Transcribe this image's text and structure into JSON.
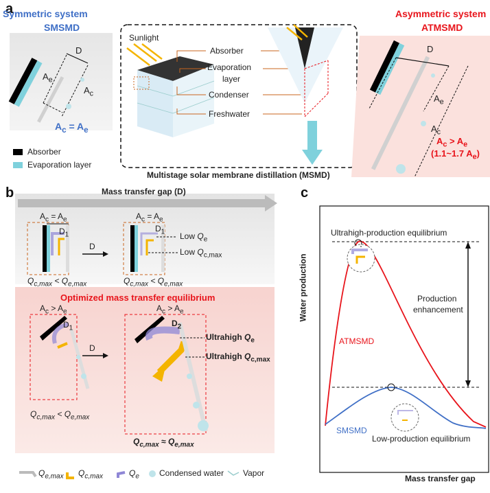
{
  "panel_a": {
    "letter": "a",
    "left": {
      "title": "Symmetric system",
      "subtitle": "SMSMD",
      "d": "D",
      "ae": "A",
      "ae_sub": "e",
      "ac": "A",
      "ac_sub": "c",
      "eq_a": "A",
      "eq_csub": "c",
      "eq_mid": " = A",
      "eq_esub": "e"
    },
    "legend": {
      "absorber": "Absorber",
      "evaporation": "Evaporation layer"
    },
    "center": {
      "sunlight": "Sunlight",
      "absorber": "Absorber",
      "evaporation1": "Evaporation",
      "evaporation2": "layer",
      "condenser": "Condenser",
      "freshwater": "Freshwater",
      "caption": "Multistage solar membrane distillation (MSMD)"
    },
    "right": {
      "title": "Asymmetric system",
      "subtitle": "ATMSMD",
      "d": "D",
      "ae": "A",
      "ae_sub": "e",
      "ac": "A",
      "ac_sub": "c",
      "ineq1": "A",
      "ineq1_csub": "c",
      "ineq1_mid": " > A",
      "ineq1_esub": "e",
      "ineq2": "(1.1~1.7 A",
      "ineq2_esub": "e",
      "ineq2_end": ")"
    }
  },
  "panel_b": {
    "letter": "b",
    "gap_title": "Mass transfer gap (D)",
    "top_left": {
      "eq": "A",
      "eq_c": "c",
      "eq_mid": " = A",
      "eq_e": "e",
      "d1": "D",
      "d1_sub": "1",
      "cond": "Q",
      "cond_c": "c,max",
      "cond_mid": " < Q",
      "cond_e": "e,max"
    },
    "top_right": {
      "eq": "A",
      "eq_c": "c",
      "eq_mid": " = A",
      "eq_e": "e",
      "d1": "D",
      "d1_sub": "1",
      "low_qe": "Low ",
      "qe": "Q",
      "qe_sub": "e",
      "low_qc": "Low ",
      "qc": "Q",
      "qc_sub": "c,max",
      "cond": "Q",
      "cond_c": "c,max",
      "cond_mid": " < Q",
      "cond_e": "e,max"
    },
    "arrow_d": "D",
    "opt_title": "Optimized mass transfer equilibrium",
    "bot_left": {
      "ineq": "A",
      "ineq_c": "c",
      "ineq_mid": " > A",
      "ineq_e": "e",
      "d1": "D",
      "d1_sub": "1",
      "cond": "Q",
      "cond_c": "c,max",
      "cond_mid": " < Q",
      "cond_e": "e,max"
    },
    "bot_right": {
      "ineq": "A",
      "ineq_c": "c",
      "ineq_mid": " > A",
      "ineq_e": "e",
      "d2": "D",
      "d2_sub": "2",
      "uh_qe": "Ultrahigh ",
      "qe": "Q",
      "qe_sub": "e",
      "uh_qc": "Ultrahigh ",
      "qc": "Q",
      "qc_sub": "c,max",
      "cond": "Q",
      "cond_c": "c,max",
      "cond_mid": " ≈ Q",
      "cond_e": "e,max"
    },
    "legend": {
      "qemax": "Q",
      "qemax_sub": "e,max",
      "qcmax": "Q",
      "qcmax_sub": "c,max",
      "qe": "Q",
      "qe_sub": "e",
      "condensed": "Condensed water",
      "vapor": "Vapor"
    }
  },
  "panel_c": {
    "letter": "c",
    "ylabel": "Water production",
    "xlabel": "Mass transfer gap",
    "ultra": "Ultrahigh-production equilibrium",
    "low": "Low-production equilibrium",
    "enh1": "Production",
    "enh2": "enhancement",
    "atm": "ATMSMD",
    "sm": "SMSMD"
  },
  "colors": {
    "blue": "#3f6fc6",
    "red": "#e8141b",
    "cyan": "#7fd1dc",
    "orange": "#c9651e",
    "yellow": "#f4b400",
    "purple": "#8f87d6"
  }
}
